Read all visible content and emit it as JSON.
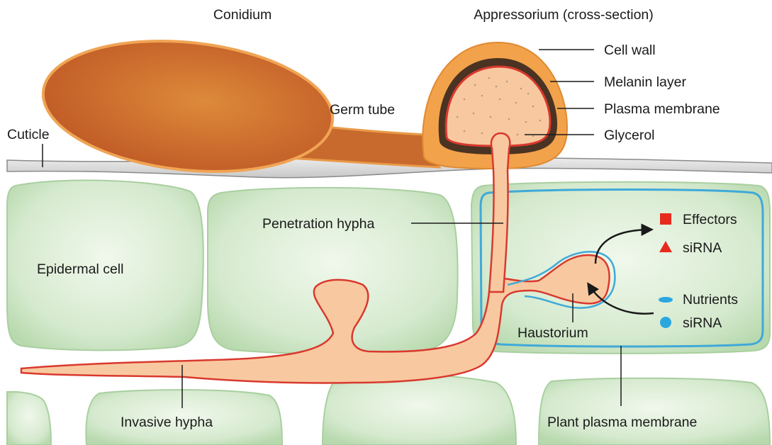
{
  "labels": {
    "conidium": "Conidium",
    "appressorium": "Appressorium (cross-section)",
    "cell_wall": "Cell wall",
    "melanin_layer": "Melanin layer",
    "plasma_membrane": "Plasma membrane",
    "glycerol": "Glycerol",
    "germ_tube": "Germ tube",
    "cuticle": "Cuticle",
    "penetration_hypha": "Penetration hypha",
    "epidermal_cell": "Epidermal cell",
    "haustorium": "Haustorium",
    "invasive_hypha": "Invasive hypha",
    "plant_plasma_membrane": "Plant plasma membrane"
  },
  "legend": {
    "effectors": "Effectors",
    "sirna_fungal": "siRNA",
    "nutrients": "Nutrients",
    "sirna_plant": "siRNA"
  },
  "colors": {
    "fungal_cytoplasm": "#F8C9A0",
    "fungal_membrane_red": "#D9392E",
    "conidium_brown": "#C8642A",
    "cell_wall_orange": "#F2A24A",
    "melanin": "#4A3322",
    "plant_cell_green": "#CFE6C6",
    "plant_membrane_blue": "#3FA9D9",
    "cuticle_gray": "#D2D2D2",
    "effector_red": "#E62B1E",
    "nutrient_blue": "#2BA7E0"
  }
}
